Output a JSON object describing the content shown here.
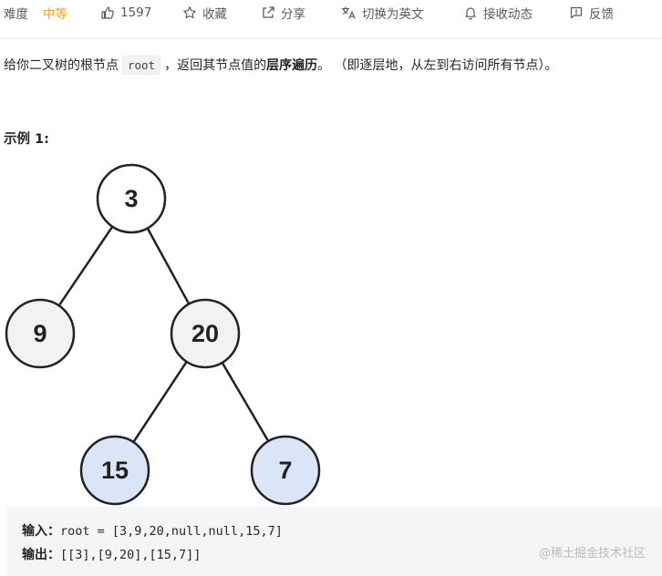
{
  "toolbar": {
    "difficulty_label": "难度",
    "difficulty_value": "中等",
    "difficulty_color": "#f0a020",
    "likes_count": "1597",
    "favorite_label": "收藏",
    "share_label": "分享",
    "switch_lang_label": "切换为英文",
    "notify_label": "接收动态",
    "feedback_label": "反馈"
  },
  "problem": {
    "desc_prefix": "给你二叉树的根节点",
    "desc_code": "root",
    "desc_mid": "，返回其节点值的",
    "desc_bold": "层序遍历",
    "desc_suffix": "。 （即逐层地，从左到右访问所有节点）。",
    "example_title": "示例 1:"
  },
  "tree": {
    "nodes": [
      {
        "id": "3",
        "label": "3",
        "fill": "#ffffff"
      },
      {
        "id": "9",
        "label": "9",
        "fill": "#f2f2f2"
      },
      {
        "id": "20",
        "label": "20",
        "fill": "#f2f2f2"
      },
      {
        "id": "15",
        "label": "15",
        "fill": "#dae6f8"
      },
      {
        "id": "7",
        "label": "7",
        "fill": "#dae6f8"
      }
    ],
    "edges": [
      [
        "3",
        "9"
      ],
      [
        "3",
        "20"
      ],
      [
        "20",
        "15"
      ],
      [
        "20",
        "7"
      ]
    ]
  },
  "example": {
    "input_label": "输入：",
    "input_value": "root = [3,9,20,null,null,15,7]",
    "output_label": "输出：",
    "output_value": "[[3],[9,20],[15,7]]"
  },
  "watermark": "@稀土掘金技术社区"
}
